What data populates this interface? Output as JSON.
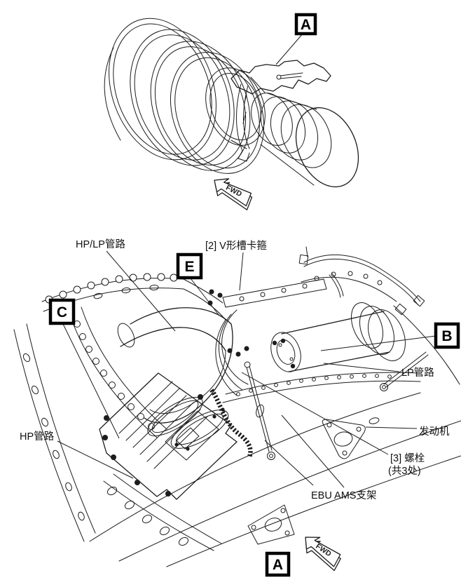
{
  "figure_top": {
    "callout_a": "A",
    "fwd_label": "FWD"
  },
  "figure_bottom": {
    "callout_e": "E",
    "callout_c": "C",
    "callout_b": "B",
    "callout_a": "A",
    "fwd_label": "FWD",
    "labels": {
      "hp_lp_pipe": "HP/LP管路",
      "v_clamp": "[2] V形槽卡箍",
      "lp_pipe": "LP管路",
      "engine": "发动机",
      "bolts_line1": "[3] 螺栓",
      "bolts_line2": "(共3处)",
      "ebu_bracket": "EBU AMS支架",
      "hp_pipe": "HP管路"
    }
  },
  "colors": {
    "ink": "#1c1c1c",
    "background": "#ffffff"
  }
}
